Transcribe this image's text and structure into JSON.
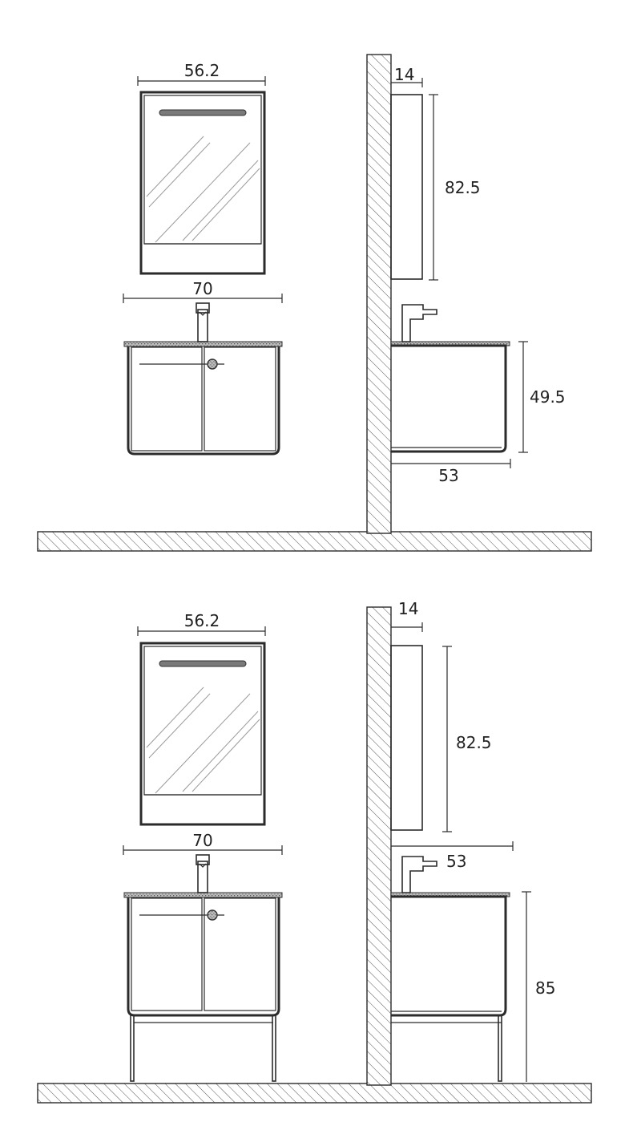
{
  "diagram": {
    "wall_mounted": {
      "front_view": {
        "mirror_width": "56.2",
        "cabinet_width": "70"
      },
      "side_view": {
        "mirror_depth": "14",
        "mirror_height": "82.5",
        "cabinet_height": "49.5",
        "cabinet_depth": "53"
      }
    },
    "floor_standing": {
      "front_view": {
        "mirror_width": "56.2",
        "cabinet_width": "70"
      },
      "side_view": {
        "mirror_depth": "14",
        "mirror_height": "82.5",
        "cabinet_depth": "53",
        "total_height": "85"
      }
    }
  }
}
